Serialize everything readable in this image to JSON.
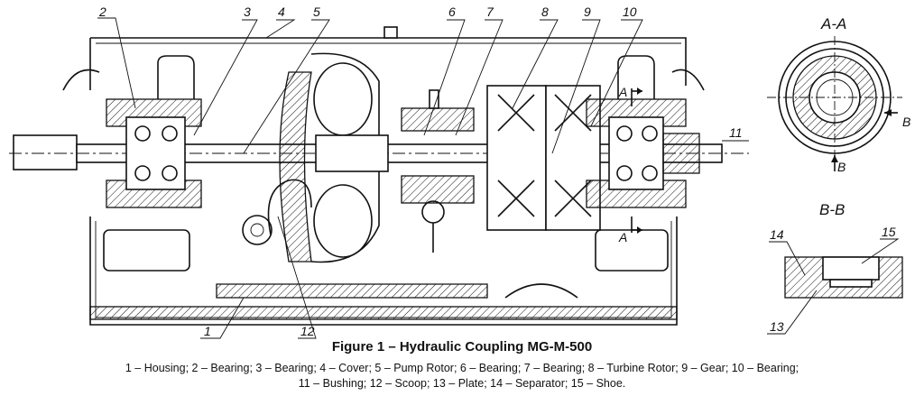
{
  "figure": {
    "title": "Figure 1 – Hydraulic Coupling MG-M-500",
    "legend_line1": "1 – Housing;  2 – Bearing;  3 – Bearing;  4 – Cover;  5 – Pump Rotor;  6 – Bearing;  7 – Bearing;  8 – Turbine Rotor;  9 – Gear;  10 – Bearing;",
    "legend_line2": "11 – Bushing;  12 – Scoop;  13 – Plate;  14 – Separator;  15 – Shoe."
  },
  "callouts": [
    "1",
    "2",
    "3",
    "4",
    "5",
    "6",
    "7",
    "8",
    "9",
    "10",
    "11",
    "12",
    "13",
    "14",
    "15"
  ],
  "sections": {
    "aa_title": "A-A",
    "bb_title": "B-B",
    "cut_a": "A",
    "cut_b": "B"
  }
}
